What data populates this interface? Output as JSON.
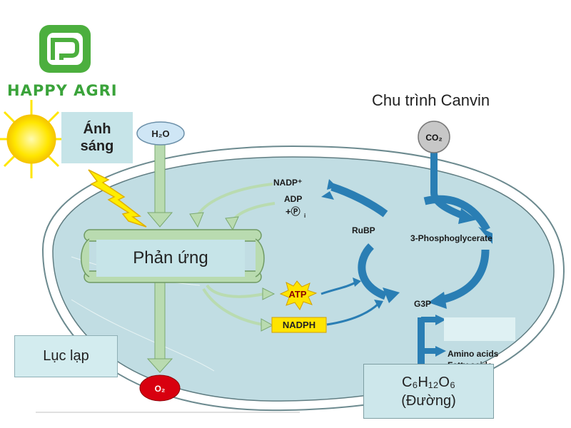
{
  "brand": {
    "name": "HAPPY AGRI"
  },
  "title": "Chu trình Canvin",
  "light": {
    "label_line1": "Ánh",
    "label_line2": "sáng"
  },
  "light_reaction": {
    "label": "Phản ứng"
  },
  "chloroplast": {
    "label": "Lục lạp"
  },
  "molecules": {
    "water": "H₂O",
    "oxygen": "O₂",
    "co2": "CO₂",
    "nadp": "NADP⁺",
    "adp": "ADP",
    "pi": "+Ⓟ",
    "pi_sub": "i",
    "atp": "ATP",
    "nadph": "NADPH",
    "rubp": "RuBP",
    "pga": "3-Phosphoglycerate",
    "g3p": "G3P",
    "amino": "Amino acids",
    "fatty": "Fatty acids"
  },
  "product": {
    "formula": "C₆H₁₂O₆",
    "name": "(Đường)"
  },
  "colors": {
    "brand_green": "#3aa33a",
    "cycle_blue": "#2a7eb4",
    "arrow_green": "#b9dbb0",
    "chloroplast_fill": "#c1dde3",
    "atp_yellow": "#ffe400",
    "o2_red": "#d8000f"
  },
  "icons": [
    "sun-icon",
    "lightning-icon",
    "logo-icon"
  ]
}
